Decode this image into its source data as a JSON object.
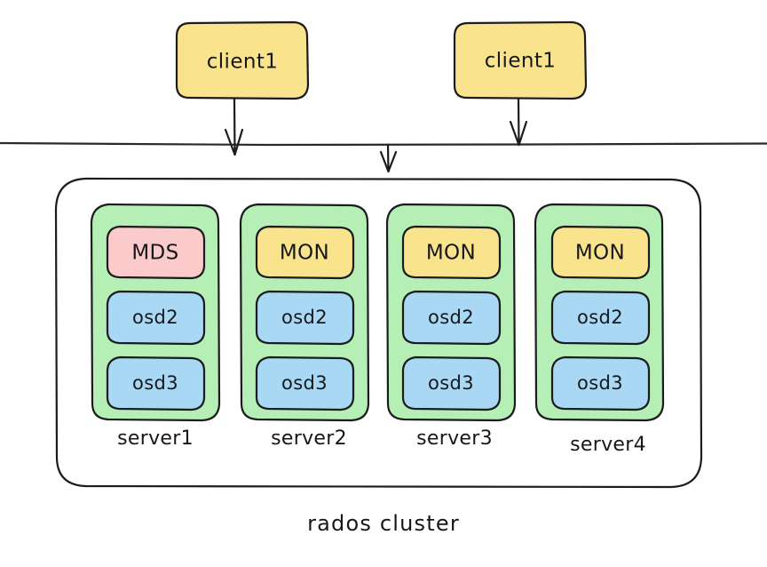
{
  "diagram": {
    "title": "rados cluster",
    "caption": "rados cluster",
    "colors": {
      "client_fill": "#f9e38c",
      "mon_fill": "#f9e38c",
      "mds_fill": "#fbcbcb",
      "osd_fill": "#a9d8f5",
      "server_fill": "#b5efb5",
      "cluster_fill": "#ffffff",
      "stroke": "#1c1c1e",
      "text": "#17181a",
      "background": "#ffffff"
    },
    "clients": [
      {
        "label": "client1"
      },
      {
        "label": "client1"
      }
    ],
    "network": {
      "label": ""
    },
    "servers": [
      {
        "name": "server1",
        "daemons": [
          {
            "label": "MDS",
            "kind": "mds"
          },
          {
            "label": "osd2",
            "kind": "osd"
          },
          {
            "label": "osd3",
            "kind": "osd"
          }
        ]
      },
      {
        "name": "server2",
        "daemons": [
          {
            "label": "MON",
            "kind": "mon"
          },
          {
            "label": "osd2",
            "kind": "osd"
          },
          {
            "label": "osd3",
            "kind": "osd"
          }
        ]
      },
      {
        "name": "server3",
        "daemons": [
          {
            "label": "MON",
            "kind": "mon"
          },
          {
            "label": "osd2",
            "kind": "osd"
          },
          {
            "label": "osd3",
            "kind": "osd"
          }
        ]
      },
      {
        "name": "server4",
        "daemons": [
          {
            "label": "MON",
            "kind": "mon"
          },
          {
            "label": "osd2",
            "kind": "osd"
          },
          {
            "label": "osd3",
            "kind": "osd"
          }
        ]
      }
    ],
    "arrows": [
      {
        "name": "client1-to-network"
      },
      {
        "name": "client2-to-network"
      },
      {
        "name": "network-to-cluster"
      }
    ]
  }
}
